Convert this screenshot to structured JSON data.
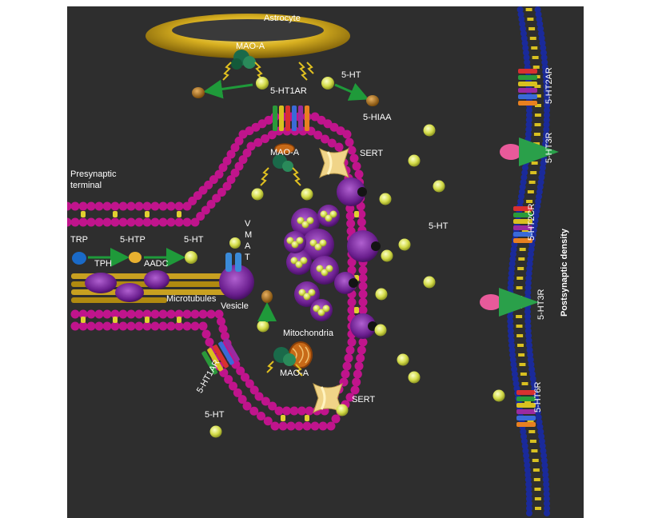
{
  "labels": {
    "astrocyte": "Astrocyte",
    "mao_a_astro": "MAO-A",
    "five_ht_top": "5-HT",
    "five_ht1ar_top": "5-HT1AR",
    "five_hiaa": "5-HIAA",
    "mao_a_inner_top": "MAO-A",
    "sert_top": "SERT",
    "presynaptic_line1": "Presynaptic",
    "presynaptic_line2": "terminal",
    "v": "V",
    "m": "M",
    "a": "A",
    "t": "T",
    "five_ht_cleft": "5-HT",
    "trp": "TRP",
    "five_htp": "5-HTP",
    "five_ht_synth": "5-HT",
    "tph": "TPH",
    "aadc": "AADC",
    "microtubules": "Microtubules",
    "vesicle": "Vesicle",
    "mitochondria": "Mitochondria",
    "five_ht1ar_bottom": "5-HT1AR",
    "mao_a_inner_bottom": "MAO-A",
    "sert_bottom": "SERT",
    "five_ht_bottom": "5-HT",
    "r_5ht2ar": "5-HT2AR",
    "r_5ht3r_top": "5-HT3R",
    "r_5ht2cr": "5-HT2CR",
    "r_5ht3r_bottom": "5-HT3R",
    "r_5ht6r": "5-HT6R",
    "postsynaptic_density": "Postsynaptic density"
  },
  "colors": {
    "background": "#2e2e2e",
    "membrane_bead": "#c0148c",
    "serotonin": "#d8e05a",
    "vesicle": "#7a2a9a",
    "astrocyte": "#c8a818",
    "postsynaptic": "#1a2a9a",
    "arrow": "#1f9a3a"
  }
}
